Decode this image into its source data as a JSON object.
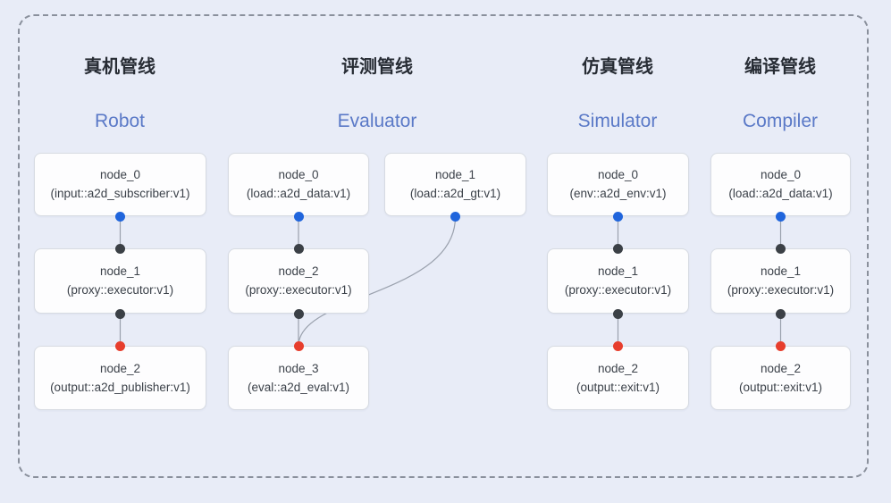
{
  "diagram": {
    "pipelines": [
      {
        "id": "robot",
        "title_zh": "真机管线",
        "title_en": "Robot",
        "nodes": [
          {
            "name": "node_0",
            "type": "(input::a2d_subscriber:v1)"
          },
          {
            "name": "node_1",
            "type": "(proxy::executor:v1)"
          },
          {
            "name": "node_2",
            "type": "(output::a2d_publisher:v1)"
          }
        ]
      },
      {
        "id": "evaluator",
        "title_zh": "评测管线",
        "title_en": "Evaluator",
        "nodes": [
          {
            "name": "node_0",
            "type": "(load::a2d_data:v1)"
          },
          {
            "name": "node_1",
            "type": "(load::a2d_gt:v1)"
          },
          {
            "name": "node_2",
            "type": "(proxy::executor:v1)"
          },
          {
            "name": "node_3",
            "type": "(eval::a2d_eval:v1)"
          }
        ]
      },
      {
        "id": "simulator",
        "title_zh": "仿真管线",
        "title_en": "Simulator",
        "nodes": [
          {
            "name": "node_0",
            "type": "(env::a2d_env:v1)"
          },
          {
            "name": "node_1",
            "type": "(proxy::executor:v1)"
          },
          {
            "name": "node_2",
            "type": "(output::exit:v1)"
          }
        ]
      },
      {
        "id": "compiler",
        "title_zh": "编译管线",
        "title_en": "Compiler",
        "nodes": [
          {
            "name": "node_0",
            "type": "(load::a2d_data:v1)"
          },
          {
            "name": "node_1",
            "type": "(proxy::executor:v1)"
          },
          {
            "name": "node_2",
            "type": "(output::exit:v1)"
          }
        ]
      }
    ],
    "colors": {
      "background": "#e8ecf7",
      "frame_dashed_border": "#8a909c",
      "node_background": "#fdfdfe",
      "node_border": "#d7dbe2",
      "node_text": "#3b4149",
      "title_zh_text": "#272c34",
      "title_en_text": "#5a79c7",
      "dot_blue": "#2065dc",
      "dot_dark": "#3b4046",
      "dot_red": "#e73e2d",
      "connector_line": "#9aa1ad"
    }
  }
}
